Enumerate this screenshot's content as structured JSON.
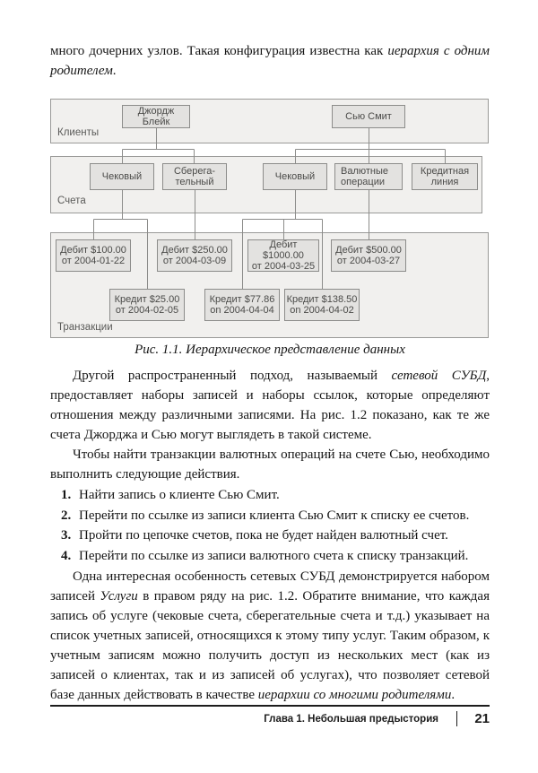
{
  "colors": {
    "section_bg": "#f1f0ee",
    "section_border": "#9a9a98",
    "node_bg": "#e3e2e0",
    "node_border": "#8c8c8a",
    "connector": "#8c8c8a",
    "diagram_text": "#4a4a48",
    "body_text": "#161616"
  },
  "intro": {
    "seg0": "много дочерних узлов. Такая конфигурация известна как ",
    "seg1_italic": "иерархия с одним родителем",
    "seg2": "."
  },
  "figure": {
    "section_labels": {
      "clients": "Клиенты",
      "accounts": "Счета",
      "transactions": "Транзакции"
    },
    "clients": {
      "c1": "Джордж Блейк",
      "c2": "Сью Смит"
    },
    "accounts": {
      "a1": "Чековый",
      "a2": "Сберега-тельный",
      "a3": "Чековый",
      "a4": "Валютные операции",
      "a5": "Кредитная линия"
    },
    "transactions": {
      "d1": {
        "amount": "Дебит $100.00",
        "date": "от 2004-01-22"
      },
      "d2": {
        "amount": "Дебит $250.00",
        "date": "от 2004-03-09"
      },
      "d3": {
        "amount": "Дебит $1000.00",
        "date": "от 2004-03-25"
      },
      "d4": {
        "amount": "Дебит $500.00",
        "date": "от 2004-03-27"
      },
      "c1": {
        "amount": "Кредит $25.00",
        "date": "от 2004-02-05"
      },
      "c2": {
        "amount": "Кредит $77.86",
        "date": "on 2004-04-04"
      },
      "c3": {
        "amount": "Кредит $138.50",
        "date": "on 2004-04-02"
      }
    },
    "caption": "Рис. 1.1. Иерархическое представление данных"
  },
  "body": {
    "p1": {
      "seg0": "Другой распространенный подход, называемый ",
      "seg1_italic": "сетевой СУБД",
      "seg2": ", предоставляет наборы записей и наборы ссылок, которые определяют отношения между различными записями. На рис. 1.2 показано, как те же счета Джорджа и Сью могут выглядеть в такой системе."
    },
    "p2": "Чтобы найти транзакции валютных операций на счете Сью, необходимо выполнить следующие действия.",
    "list": [
      {
        "num": "1.",
        "text": "Найти запись о клиенте Сью Смит."
      },
      {
        "num": "2.",
        "text": "Перейти по ссылке из записи клиента Сью Смит к списку ее счетов."
      },
      {
        "num": "3.",
        "text": "Пройти по цепочке счетов, пока не будет найден валютный счет."
      },
      {
        "num": "4.",
        "text": "Перейти по ссылке из записи валютного счета к списку транзакций."
      }
    ],
    "p3": {
      "seg0": "Одна интересная особенность сетевых СУБД демонстрируется набором записей ",
      "seg1_italic": "Услуги",
      "seg2": " в правом ряду на рис. 1.2. Обратите внимание, что каждая запись об услуге (чековые счета, сберегательные счета и т.д.) указывает на список учетных записей, относящихся к этому типу услуг. Таким образом, к учетным записям можно получить доступ из нескольких мест (как из записей о клиентах, так и из записей об услугах), что позволяет сетевой базе данных действовать в качестве ",
      "seg3_italic": "иерархии со многими родителями",
      "seg4": "."
    }
  },
  "footer": {
    "chapter": "Глава 1. Небольшая предыстория",
    "page": "21"
  }
}
